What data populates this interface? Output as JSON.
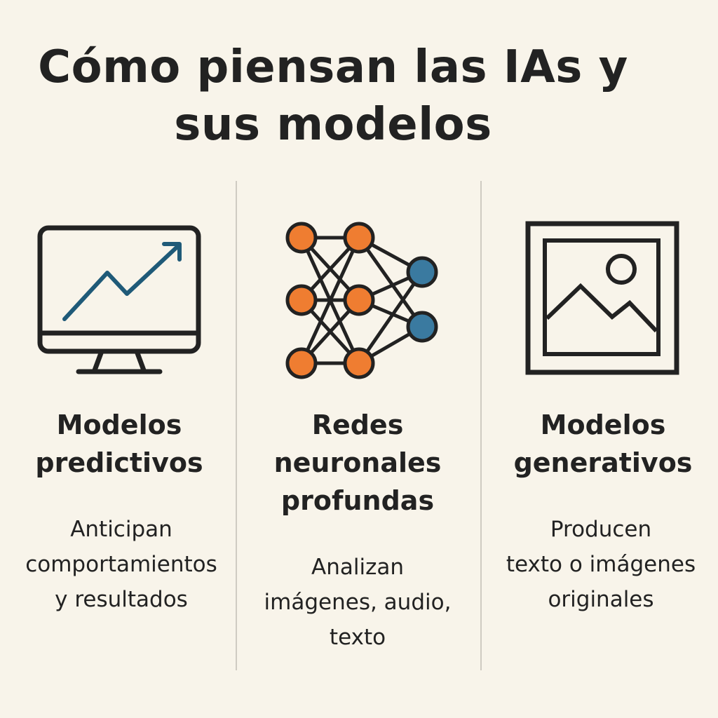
{
  "title": {
    "line1": "Cómo piensan las IAs y",
    "line2": "sus modelos"
  },
  "columns": [
    {
      "icon": "monitor-chart-icon",
      "heading": [
        "Modelos",
        "predictivos"
      ],
      "description": [
        "Anticipan",
        "comportamientos",
        "y resultados"
      ]
    },
    {
      "icon": "neural-network-icon",
      "heading": [
        "Redes",
        "neuronales",
        "profundas"
      ],
      "description": [
        "Analizan",
        "imágenes, audio,",
        "texto"
      ]
    },
    {
      "icon": "image-frame-icon",
      "heading": [
        "Modelos",
        "generativos"
      ],
      "description": [
        "Producen",
        "texto o imágenes",
        "originales"
      ]
    }
  ],
  "colors": {
    "background": "#f8f4ea",
    "text": "#222222",
    "orange_node": "#ef7d31",
    "blue_node": "#3a7aa0",
    "chart_line": "#1f5a78"
  }
}
